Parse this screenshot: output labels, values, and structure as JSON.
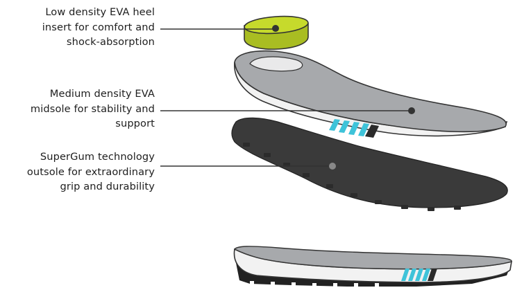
{
  "callouts": [
    {
      "id": "heel-insert",
      "lines": [
        "Low density EVA heel",
        "insert for comfort and",
        "shock-absorption"
      ]
    },
    {
      "id": "midsole",
      "lines": [
        "Medium density EVA",
        "midsole for stability and",
        "support"
      ]
    },
    {
      "id": "outsole",
      "lines": [
        "SuperGum technology",
        "outsole for extraordinary",
        "grip and durability"
      ]
    }
  ],
  "colors": {
    "heel_insert": "#c6da2c",
    "heel_insert_side": "#a9bd22",
    "midsole_top": "#a7a9ac",
    "midsole_side": "#f2f2f2",
    "outsole": "#3a3a3a",
    "accent_stripes": "#3ec3d9",
    "callout_line": "#333333"
  }
}
